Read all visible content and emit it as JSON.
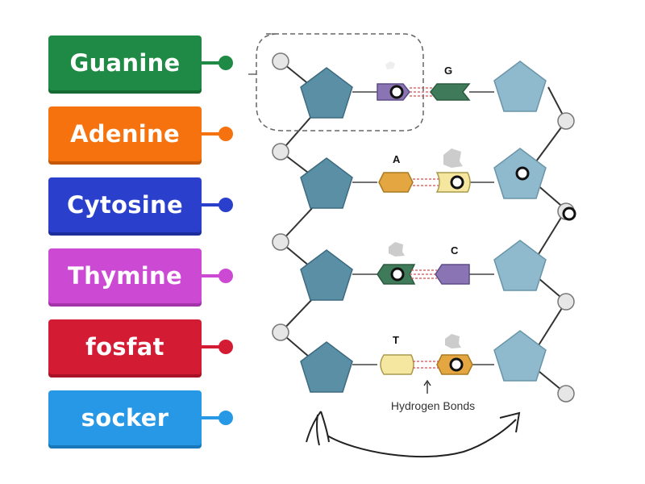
{
  "labels": [
    {
      "text": "Guanine",
      "color": "#1f8a45",
      "shadow": "#156b33"
    },
    {
      "text": "Adenine",
      "color": "#f5720f",
      "shadow": "#c55808"
    },
    {
      "text": "Cytosine",
      "color": "#2a3fcb",
      "shadow": "#1c2d9c"
    },
    {
      "text": "Thymine",
      "color": "#cc49d3",
      "shadow": "#a233a8"
    },
    {
      "text": "fosfat",
      "color": "#d31b34",
      "shadow": "#a81126"
    },
    {
      "text": "socker",
      "color": "#2698e6",
      "shadow": "#1878ba"
    }
  ],
  "diagram": {
    "base_letters": [
      "G",
      "A",
      "C",
      "T"
    ],
    "caption": "Hydrogen Bonds",
    "colors": {
      "sugar": "#5a8fa6",
      "sugar_right": "#8fb9cc",
      "phosphate": "#e6e6e6",
      "guanine": "#3f7a5a",
      "adenine": "#e3a640",
      "cytosine": "#8a74b3",
      "thymine": "#f5e6a0",
      "hbond": "#d05050"
    }
  }
}
